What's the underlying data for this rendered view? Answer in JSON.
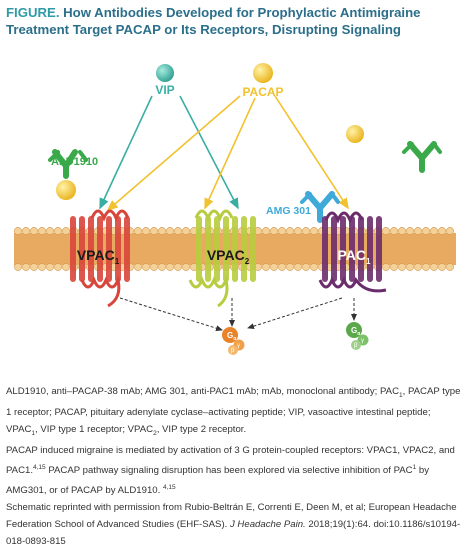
{
  "title": {
    "prefix": "FIGURE.",
    "text": "How Antibodies Developed for Prophylactic Antimigraine Treatment Target PACAP or Its Receptors, Disrupting Signaling"
  },
  "diagram": {
    "ligands": [
      "VIP",
      "PACAP"
    ],
    "antibodies": [
      "ALD1910",
      "AMG 301"
    ],
    "receptors": [
      {
        "name": "VPAC",
        "sub": "1"
      },
      {
        "name": "VPAC",
        "sub": "2"
      },
      {
        "name": "PAC",
        "sub": "1"
      }
    ],
    "g_protein": {
      "alpha": "G",
      "alpha_sub": "α",
      "beta": "β",
      "gamma": "γ"
    },
    "colors": {
      "vip": "#3aaea2",
      "pacap": "#f2c12e",
      "ald1910": "#3aa94a",
      "amg301": "#3fa9d8",
      "membrane": "#e8a961",
      "vpac1": "#d8453a",
      "vpac2": "#b7cc3e",
      "pac1": "#6b2c6b",
      "title": "#2b6f8a"
    }
  },
  "caption": {
    "abbrev": [
      "ALD1910, anti–PACAP-38 mAb; AMG 301, anti-PAC1 mAb; mAb, monoclonal antibody; PAC",
      "1",
      ", PACAP type 1 receptor; PACAP, pituitary adenylate cyclase–activating peptide; VIP, vasoactive intestinal peptide; VPAC",
      "1",
      ", VIP type 1 receptor; VPAC",
      "2",
      ", VIP type 2 receptor."
    ],
    "body": [
      "PACAP induced migraine is mediated by activation of 3 G protein-coupled receptors: VPAC1, VPAC2, and PAC1.",
      "4,15",
      " PACAP pathway signaling disruption has been explored via selective inhibition of PAC",
      "1",
      " by AMG301, or of PACAP by ALD1910. ",
      "4,15"
    ],
    "source_pre": "Schematic reprinted with permission from Rubio-Beltrán E, Correnti E, Deen M, et al; European Headache Federation School of Advanced Studies (EHF-SAS). ",
    "journal": "J Headache Pain.",
    "source_post": " 2018;19(1):64. doi:10.1186/s10194-018-0893-815"
  }
}
